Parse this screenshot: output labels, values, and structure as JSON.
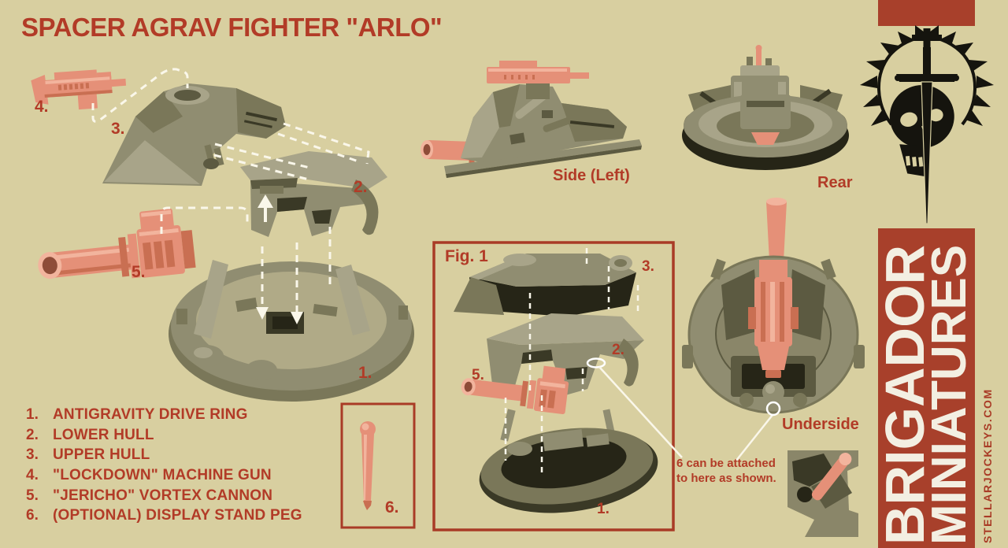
{
  "title": "SPACER AGRAV FIGHTER \"ARLO\"",
  "colors": {
    "background": "#d8cfa0",
    "accent_red_text": "#b23b27",
    "box_border_red": "#a93b26",
    "sidebar_red": "#a8402b",
    "part_olive": "#908d71",
    "part_salmon": "#e59078",
    "emblem_black": "#15140e",
    "connector_white": "#faf7ea"
  },
  "parts": [
    {
      "num": "1.",
      "name": "ANTIGRAVITY DRIVE RING"
    },
    {
      "num": "2.",
      "name": "LOWER HULL"
    },
    {
      "num": "3.",
      "name": "UPPER HULL"
    },
    {
      "num": "4.",
      "name": "\"LOCKDOWN\" MACHINE GUN"
    },
    {
      "num": "5.",
      "name": "\"JERICHO\" VORTEX CANNON"
    },
    {
      "num": "6.",
      "name": "(OPTIONAL) DISPLAY STAND PEG"
    }
  ],
  "views": {
    "side_label": "Side (Left)",
    "rear_label": "Rear",
    "underside_label": "Underside"
  },
  "figure": {
    "label": "Fig. 1"
  },
  "annotation": {
    "line1": "6 can be attached",
    "line2": "to here as shown."
  },
  "brand": {
    "line1": "BRIGADOR",
    "line2": "MINIATURES",
    "website": "STELLARJOCKEYS.COM"
  }
}
